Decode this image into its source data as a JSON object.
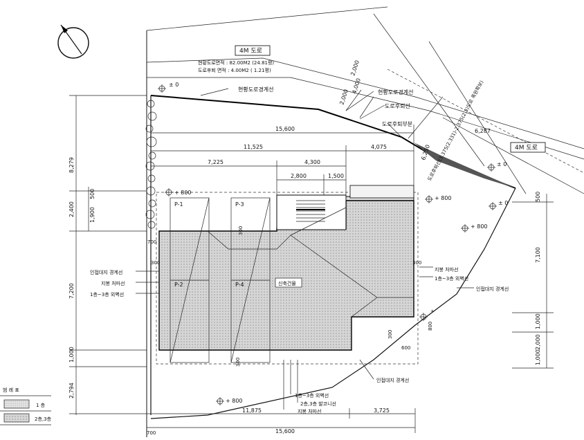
{
  "road_top": {
    "label": "4M 도로",
    "area_line1": "현황도로면적 : 82.00M2 (24.81평)",
    "area_line2": "도로후퇴 면적 : 4.00M2 ( 1.21평)"
  },
  "road_right": {
    "label": "4M 도로"
  },
  "levels": {
    "top_left": "± 0",
    "right": "± 0",
    "right_low": "± 0",
    "p800_a": "+ 800",
    "p800_b": "+ 800",
    "p800_c": "+ 800",
    "p800_d": "+ 800",
    "p_small": "+"
  },
  "callouts": {
    "current_road_boundary_1": "현황도로경계선",
    "current_road_boundary_2": "현황도로경계선",
    "road_setback_line": "도로후퇴선",
    "road_setback_part": "도로후퇴부분",
    "diag_note": "도로후퇴선(3.375(2.331)-2.375(2.3)도로 폭원확보)",
    "new_building": "신축건물",
    "roof_eave_r": "지붕 처마선",
    "f13_outer_wall_r": "1층~3층 외벽선",
    "adjacent_boundary_r": "인접대지 경계선",
    "adjacent_boundary_l": "인접대지 경계선",
    "roof_eave_l": "지붕 처마선",
    "f13_outer_wall_l": "1층~3층 외벽선",
    "adjacent_boundary_bottom": "인접대지 경계선",
    "f13_outer_wall_b": "1층~3층 외벽선",
    "f23_balcony": "2층,3층 발코니선",
    "roof_eave_b": "지붕 처마선"
  },
  "parking": [
    "P-1",
    "P-2",
    "P-3",
    "P-4"
  ],
  "dims": {
    "d15600_top": "15,600",
    "d11525": "11,525",
    "d4075": "4,075",
    "d7225": "7,225",
    "d4300": "4,300",
    "d2800": "2,800",
    "d1500": "1,500",
    "d2000_a": "2,000",
    "d4000": "4,000",
    "d2000_b": "2,000",
    "d6287": "6,287",
    "d6250": "6,250",
    "left_8279": "8,279",
    "left_2400": "2,400",
    "left_500": "500",
    "left_1900": "1,900",
    "left_7200": "7,200",
    "left_1000": "1,000",
    "left_2794": "2,794",
    "right_500": "500",
    "right_7100": "7,100",
    "right_1000": "1,000",
    "right_2000": "2,000",
    "right_1000b": "1,000",
    "in_700": "700",
    "in_300a": "300",
    "in_300b": "300",
    "in_300c": "300",
    "in_300d": "300",
    "in_300e": "300",
    "in_600": "600",
    "in_800": "800",
    "bot_11875": "11,875",
    "bot_3725": "3,725",
    "bot_15600": "15,600",
    "bot_700": "700"
  },
  "legend": {
    "title": "범 례 표",
    "row1": "1 층",
    "row2": "2층,3층"
  }
}
